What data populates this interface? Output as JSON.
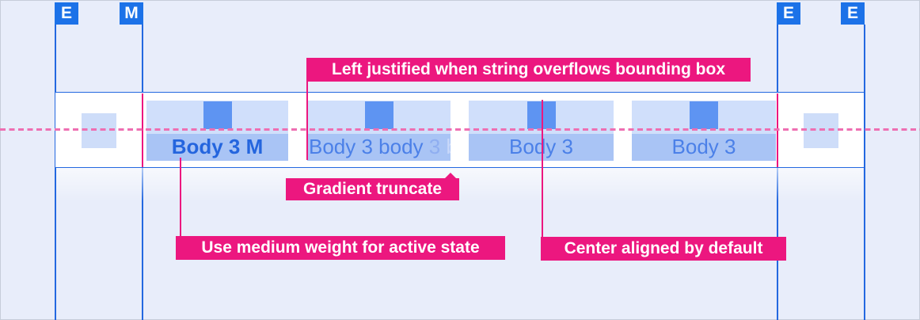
{
  "rulers": {
    "markers": [
      {
        "label": "E",
        "position": "left-outer"
      },
      {
        "label": "M",
        "position": "left-inner"
      },
      {
        "label": "E",
        "position": "right-inner"
      },
      {
        "label": "E",
        "position": "right-outer"
      }
    ]
  },
  "tabbar": {
    "tabs": [
      {
        "label": "Body 3 M",
        "state": "active"
      },
      {
        "label_parts": [
          "Body 3 body ",
          "3",
          " b"
        ],
        "state": "gradient-truncated"
      },
      {
        "label": "Body 3",
        "state": "default"
      },
      {
        "label": "Body 3",
        "state": "default"
      }
    ]
  },
  "annotations": {
    "left_justified": "Left justified when string overflows bounding box",
    "gradient_truncate": "Gradient truncate",
    "medium_weight": "Use medium weight for active state",
    "center_aligned": "Center aligned by default"
  },
  "colors": {
    "grid_blue": "#1C72E8",
    "bar_border_blue": "#2368E0",
    "annotation_pink": "#EC177F",
    "dashed_pink": "#EE6FB2",
    "icon_blue": "#5E94F2",
    "tab_top_bg": "#D0DFFB",
    "tab_label_bg": "#A9C4F5",
    "placeholder_bg": "#CEDDF9",
    "active_text_blue": "#2465DE",
    "inactive_text_blue": "#4B80E8",
    "page_bg": "#E8EDFA"
  }
}
